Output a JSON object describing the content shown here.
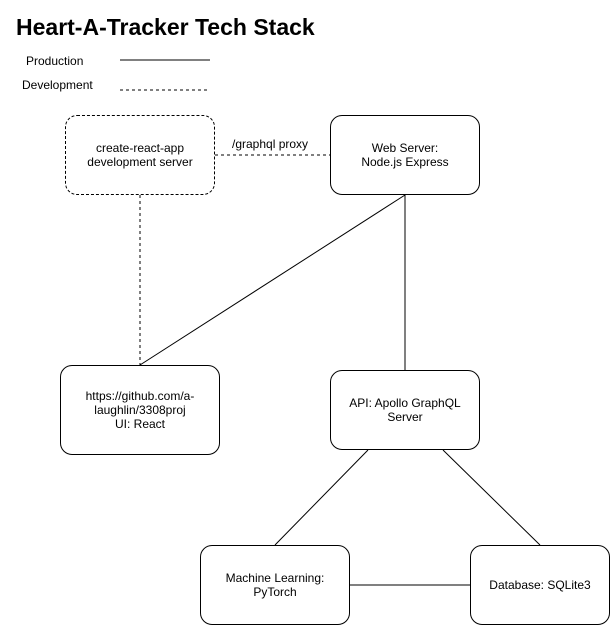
{
  "title": "Heart-A-Tracker Tech Stack",
  "legend": {
    "production": "Production",
    "development": "Development"
  },
  "nodes": {
    "cra_dev_server": "create-react-app\ndevelopment server",
    "web_server": "Web Server:\nNode.js Express",
    "ui_react": "https://github.com/a-\nlaughlin/3308proj\nUI: React",
    "api": "API: Apollo GraphQL\nServer",
    "ml": "Machine Learning:\nPyTorch",
    "database": "Database: SQLite3"
  },
  "edges": {
    "graphql_proxy": "/graphql proxy"
  }
}
